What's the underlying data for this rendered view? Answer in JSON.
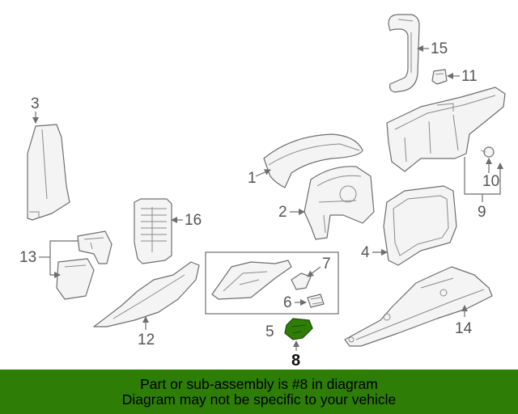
{
  "callouts": {
    "c1": "1",
    "c2": "2",
    "c3": "3",
    "c4": "4",
    "c5": "5",
    "c6": "6",
    "c7": "7",
    "c8": "8",
    "c9": "9",
    "c10": "10",
    "c11": "11",
    "c12": "12",
    "c13": "13",
    "c14": "14",
    "c15": "15",
    "c16": "16"
  },
  "highlighted_part": "8",
  "banner": {
    "line1": "Part or sub-assembly is #8 in diagram",
    "line2": "Diagram may not be specific to your vehicle"
  },
  "colors": {
    "banner_bg": "#2e7d07",
    "highlight_part": "#2e7d07",
    "line_art": "#6e6e6e"
  }
}
